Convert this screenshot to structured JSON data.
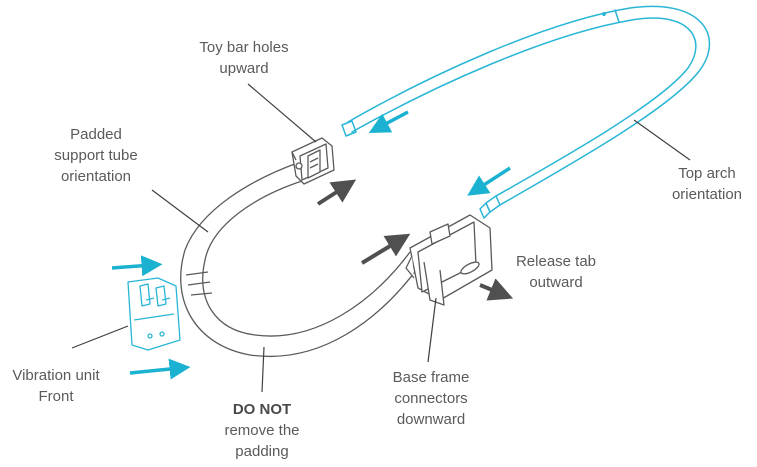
{
  "colors": {
    "arch_stroke": "#29b6d6",
    "tube_stroke": "#5a5a5a",
    "arrow_teal": "#1ab2d0",
    "arrow_gray": "#505050",
    "label_text": "#5a5a5a"
  },
  "labels": {
    "toy_bar": [
      "Toy bar holes",
      "upward"
    ],
    "padded_tube": [
      "Padded",
      "support tube",
      "orientation"
    ],
    "top_arch": [
      "Top arch",
      "orientation"
    ],
    "release_tab": [
      "Release tab",
      "outward"
    ],
    "vibration_unit": [
      "Vibration unit",
      "Front"
    ],
    "base_frame": [
      "Base frame",
      "connectors",
      "downward"
    ],
    "do_not": {
      "emphasis": "DO NOT",
      "rest": [
        "remove the",
        "padding"
      ]
    }
  },
  "icons": [
    "arrow-icon"
  ]
}
